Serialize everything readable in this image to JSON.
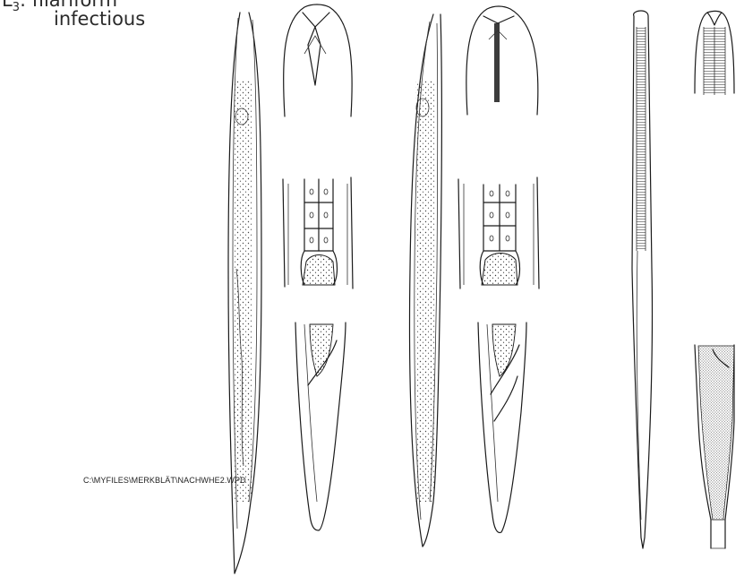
{
  "label": {
    "stage_letter": "L",
    "stage_sub": "3",
    "line1_rest": ": filariform",
    "line2": "infectious"
  },
  "file_path": "C:\\MYFILES\\MERKBLÄT\\NACHWHE2.WPD",
  "colors": {
    "ink": "#1a1a1a",
    "background": "#ffffff"
  }
}
